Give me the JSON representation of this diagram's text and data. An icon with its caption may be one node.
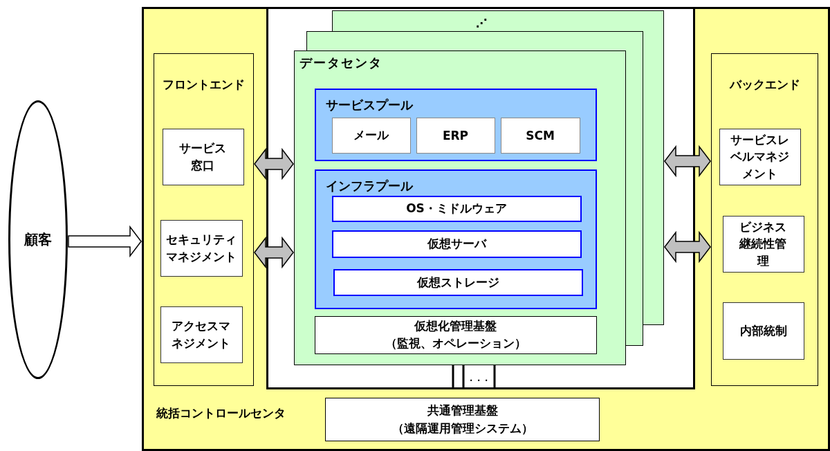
{
  "diagram": {
    "nodes": [
      {
        "text": [
          "顧客"
        ]
      },
      {
        "text": [
          "統括コントロールセンタ"
        ]
      },
      {
        "text": [
          "フロントエンド"
        ],
        "in": 1
      },
      {
        "text": [
          "サービス窓口"
        ],
        "in": 2
      },
      {
        "text": [
          "セキュリティマネジメント"
        ],
        "in": 2
      },
      {
        "text": [
          "アクセスマネジメント"
        ],
        "in": 2
      },
      {
        "text": [],
        "shape": "box",
        "in": 1
      },
      {
        "text": [],
        "shape": "box",
        "in": 1
      },
      {
        "text": [
          "データセンタ"
        ],
        "in": 1
      },
      {
        "text": [
          "サービスプール"
        ],
        "in": 8
      },
      {
        "text": [
          "メール"
        ],
        "in": 9
      },
      {
        "text": [
          "ERP"
        ],
        "in": 9
      },
      {
        "text": [
          "SCM"
        ],
        "in": 9
      },
      {
        "text": [
          "インフラプール"
        ],
        "in": 8
      },
      {
        "text": [
          "OS・ミドルウェア"
        ],
        "in": 13
      },
      {
        "text": [
          "仮想サーバ"
        ],
        "in": 13
      },
      {
        "text": [
          "仮想ストレージ"
        ],
        "in": 13
      },
      {
        "text": [
          "仮想化管理基盤",
          "（監視、オペレーション）"
        ],
        "in": 8
      },
      {
        "text": [
          "バックエンド"
        ],
        "in": 1
      },
      {
        "text": [
          "サービスレベルマネジメント"
        ],
        "in": 18
      },
      {
        "text": [
          "ビジネス継続性管理"
        ],
        "in": 18
      },
      {
        "text": [
          "内部統制"
        ],
        "in": 18
      },
      {
        "text": [
          "共通管理基盤",
          "（遠隔運用管理システム）"
        ],
        "in": 1
      }
    ],
    "edges": [
      {
        "from": 0,
        "to": 1,
        "arrow": "to",
        "color": "#ffffff"
      },
      {
        "from": 2,
        "to": 8,
        "arrow": "both"
      },
      {
        "from": 2,
        "to": 8,
        "arrow": "both"
      },
      {
        "from": 6,
        "to": 18,
        "arrow": "both"
      },
      {
        "from": 6,
        "to": 18,
        "arrow": "both"
      }
    ],
    "labels": [
      "⋰",
      "・・・"
    ]
  }
}
